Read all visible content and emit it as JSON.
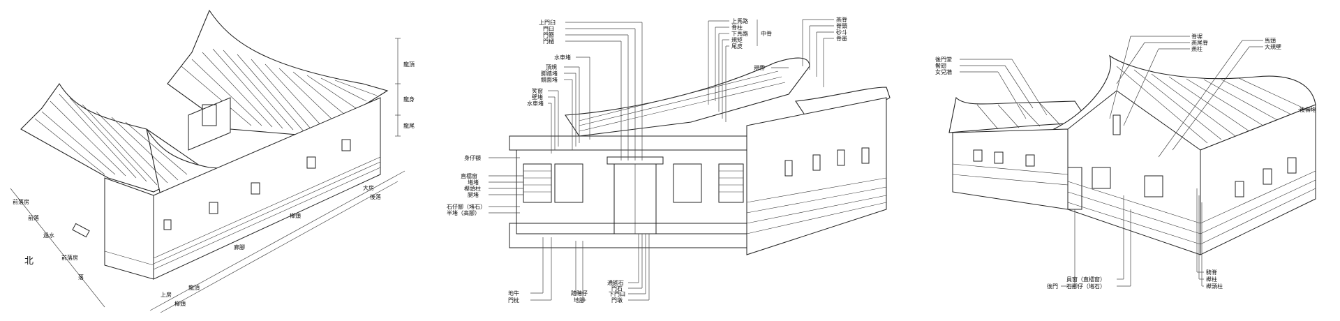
{
  "panel_left": {
    "labels_right": [
      "龍頂",
      "龍身",
      "龍尾",
      "大房",
      "後落",
      "櫸頭",
      "廊腳",
      "龍頂"
    ],
    "labels_front": [
      "前落房",
      "前落",
      "過水",
      "前落房",
      "落",
      "上房",
      "櫸頭"
    ],
    "compass": "北"
  },
  "panel_middle": {
    "labels_top_left": [
      "上門臼",
      "門臼",
      "門簪",
      "門楣"
    ],
    "labels_top_mid": [
      "上馬路",
      "脊柱",
      "下馬路",
      "規矩",
      "尾皮"
    ],
    "group_label": "中脊",
    "labels_top_right": [
      "燕脊",
      "脊頭",
      "砂斗",
      "脊墨"
    ],
    "labels_left": [
      "水車堵",
      "頂規",
      "脚踏堵",
      "鏡面堵",
      "笑窗",
      "壁堵",
      "水車堵",
      "身仔額",
      "直櫺窗",
      "堵堵",
      "櫸頭柱",
      "腿堵",
      "石仔腳（堵石）",
      "半堵（高腳）"
    ],
    "label_right_upper": "規帶",
    "labels_bottom": [
      "地牛",
      "門枕",
      "踏階仔",
      "地腳",
      "通砌石",
      "門石",
      "下門臼",
      "門墩"
    ]
  },
  "panel_right": {
    "labels_top": [
      "脊墀",
      "燕尾脊",
      "燕柱",
      "馬頭",
      "大規壁"
    ],
    "labels_left": [
      "後門堂",
      "鬢翅",
      "女兒牆"
    ],
    "label_right": "後壽堵",
    "labels_bottom": [
      "後門",
      "員窗（直櫺窗）",
      "石腳仔（堵石）",
      "騎脊",
      "櫸柱",
      "櫸頭柱"
    ]
  }
}
